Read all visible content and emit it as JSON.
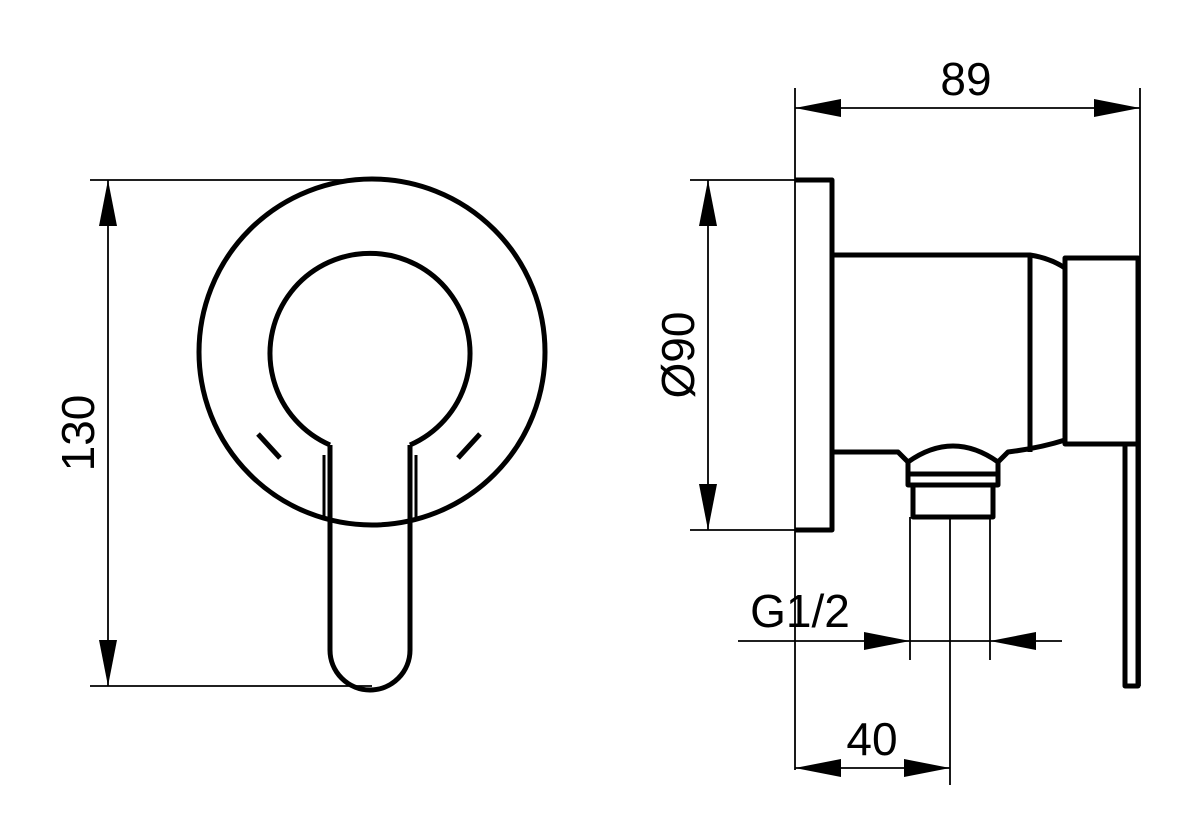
{
  "drawing": {
    "dimensions": {
      "height": "130",
      "depth": "89",
      "diameter": "Ø90",
      "thread": "G1/2",
      "offset": "40"
    }
  },
  "colors": {
    "line": "#000000",
    "background": "#ffffff"
  }
}
